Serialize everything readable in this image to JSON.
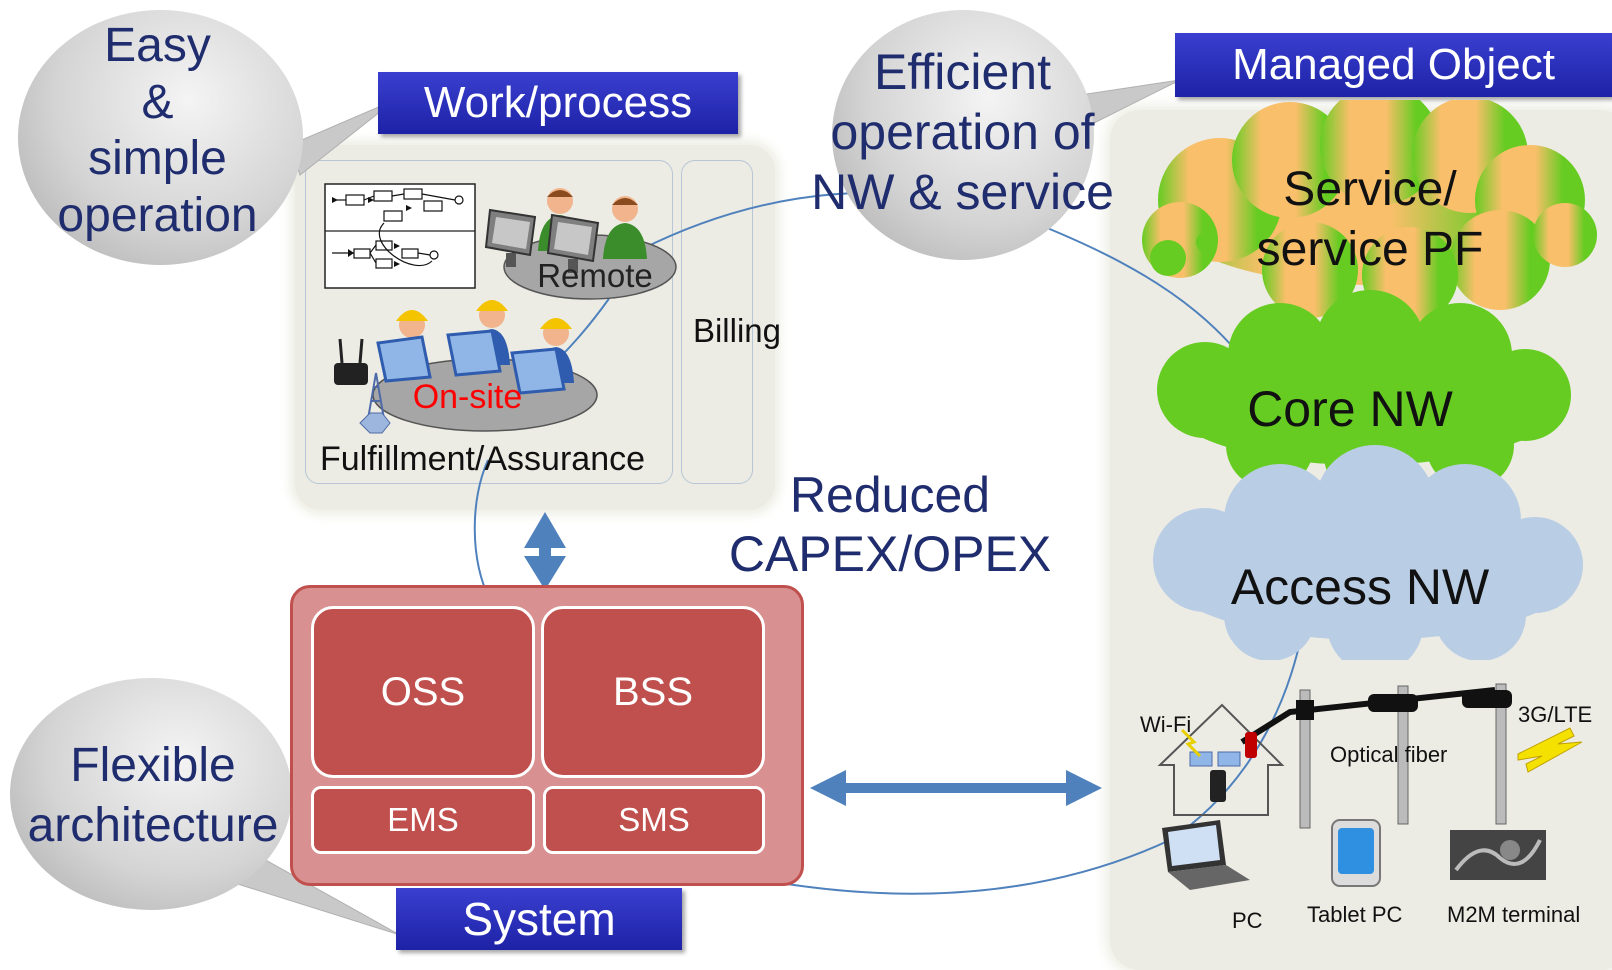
{
  "bubbles": {
    "easy": [
      "Easy",
      "&",
      "simple",
      "operation"
    ],
    "efficient": [
      "Efficient",
      "operation of",
      "NW & service"
    ],
    "flexible": [
      "Flexible",
      "architecture"
    ]
  },
  "banners": {
    "work_process": "Work/process",
    "managed_object": "Managed Object",
    "system": "System"
  },
  "work_panel": {
    "remote": "Remote",
    "on_site": "On-site",
    "fulfillment": "Fulfillment/Assurance",
    "billing": "Billing"
  },
  "center_text": [
    "Reduced",
    "CAPEX/OPEX"
  ],
  "system_panel": {
    "oss": "OSS",
    "bss": "BSS",
    "ems": "EMS",
    "sms": "SMS"
  },
  "managed_objects": {
    "service": [
      "Service/",
      "service PF"
    ],
    "core": "Core NW",
    "access": "Access NW"
  },
  "devices": {
    "wifi": "Wi-Fi",
    "lte": "3G/LTE",
    "optical": "Optical fiber",
    "pc": "PC",
    "tablet": "Tablet PC",
    "m2m": "M2M terminal"
  },
  "colors": {
    "banner": "#2328b8",
    "text_navy": "#1f2c6e",
    "system_red": "#c0504d",
    "arrow_blue": "#4f81bd",
    "onsite_red": "#ff0000",
    "cloud_green": "#66cc22",
    "cloud_blue": "#b9cde5",
    "cloud_orange": "#f9bf6a"
  }
}
